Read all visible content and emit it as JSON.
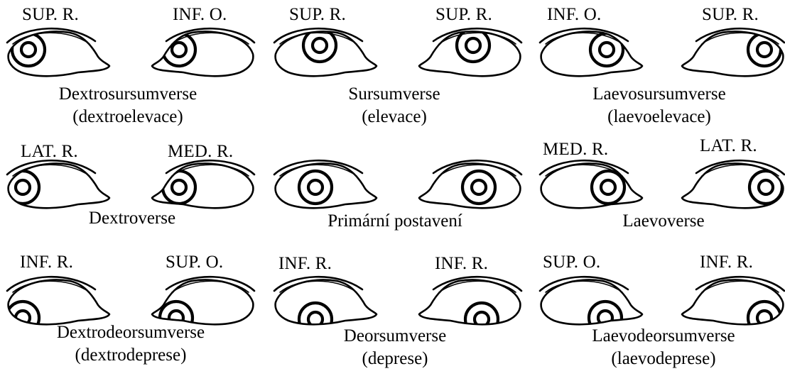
{
  "colors": {
    "ink": "#000000",
    "background": "#ffffff"
  },
  "panels": [
    {
      "id": "dextrosursumverse",
      "muscle_left": "SUP. R.",
      "muscle_right": "INF. O.",
      "caption": "Dextrosursumverse",
      "caption_sub": "(dextroelevace)",
      "gaze": "up-right"
    },
    {
      "id": "sursumverse",
      "muscle_left": "SUP. R.",
      "muscle_right": "SUP. R.",
      "caption": "Sursumverse",
      "caption_sub": "(elevace)",
      "gaze": "up"
    },
    {
      "id": "laevosursumverse",
      "muscle_left": "INF. O.",
      "muscle_right": "SUP. R.",
      "caption": "Laevosursumverse",
      "caption_sub": "(laevoelevace)",
      "gaze": "up-left"
    },
    {
      "id": "dextroverse",
      "muscle_left": "LAT. R.",
      "muscle_right": "MED. R.",
      "caption": "Dextroverse",
      "caption_sub": "",
      "gaze": "right"
    },
    {
      "id": "primary",
      "muscle_left": "",
      "muscle_right": "",
      "caption": "Primární postavení",
      "caption_sub": "",
      "gaze": "center"
    },
    {
      "id": "laevoverse",
      "muscle_left": "MED. R.",
      "muscle_right": "LAT. R.",
      "caption": "Laevoverse",
      "caption_sub": "",
      "gaze": "left"
    },
    {
      "id": "dextrodeorsumverse",
      "muscle_left": "INF. R.",
      "muscle_right": "SUP. O.",
      "caption": "Dextrodeorsumverse",
      "caption_sub": "(dextrodeprese)",
      "gaze": "down-right"
    },
    {
      "id": "deorsumverse",
      "muscle_left": "INF. R.",
      "muscle_right": "INF. R.",
      "caption": "Deorsumverse",
      "caption_sub": "(deprese)",
      "gaze": "down"
    },
    {
      "id": "laevodeorsumverse",
      "muscle_left": "SUP. O.",
      "muscle_right": "INF. R.",
      "caption": "Laevodeorsumverse",
      "caption_sub": "(laevodeprese)",
      "gaze": "down-left"
    }
  ]
}
